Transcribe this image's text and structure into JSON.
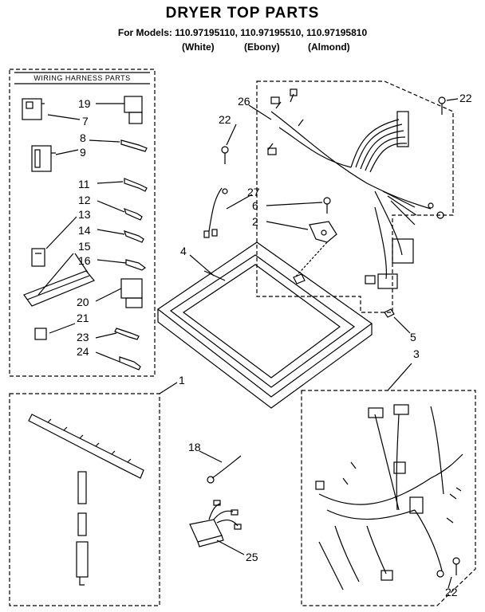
{
  "header": {
    "title": "DRYER TOP PARTS",
    "models": "For Models: 110.97195110, 110.97195510, 110.97195810",
    "colors": [
      "(White)",
      "(Ebony)",
      "(Almond)"
    ]
  },
  "panel": {
    "wiring_title": "WIRING HARNESS PARTS"
  },
  "callouts": {
    "c19": "19",
    "c7": "7",
    "c8": "8",
    "c9": "9",
    "c11": "11",
    "c12": "12",
    "c13": "13",
    "c14": "14",
    "c15": "15",
    "c16": "16",
    "c20": "20",
    "c21": "21",
    "c23": "23",
    "c24": "24",
    "c1": "1",
    "c18": "18",
    "c25": "25",
    "c26": "26",
    "c22a": "22",
    "c22b": "22",
    "c27": "27",
    "c6": "6",
    "c2": "2",
    "c4": "4",
    "c5": "5",
    "c3": "3",
    "c22c": "22"
  }
}
